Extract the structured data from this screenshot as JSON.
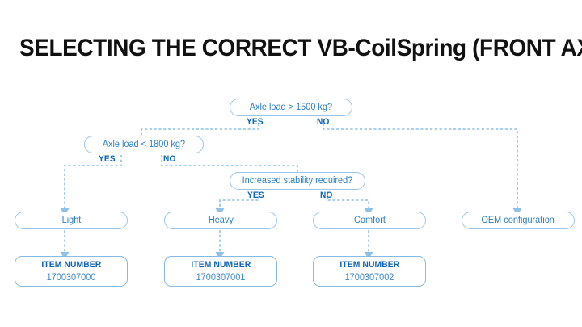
{
  "page": {
    "title": "SELECTING THE CORRECT VB-CoilSpring (FRONT AXLE)",
    "accent_color": "#0d64b8",
    "line_color": "#8fc0e8",
    "box_border_color": "#9cc6e8",
    "text_color": "#2e7fc4",
    "background": "#ffffff"
  },
  "flowchart": {
    "type": "decision-tree",
    "decisions": [
      {
        "id": "d1",
        "question": "Axle load > 1500 kg?",
        "yes_label": "YES",
        "no_label": "NO",
        "yes_target": "d2",
        "no_target": "o4"
      },
      {
        "id": "d2",
        "question": "Axle load < 1800 kg?",
        "yes_label": "YES",
        "no_label": "NO",
        "yes_target": "o1",
        "no_target": "d3"
      },
      {
        "id": "d3",
        "question": "Increased stability required?",
        "yes_label": "YES",
        "no_label": "NO",
        "yes_target": "o2",
        "no_target": "o3"
      }
    ],
    "outcomes": [
      {
        "id": "o1",
        "label": "Light",
        "item_target": "i1"
      },
      {
        "id": "o2",
        "label": "Heavy",
        "item_target": "i2"
      },
      {
        "id": "o3",
        "label": "Comfort",
        "item_target": "i3"
      },
      {
        "id": "o4",
        "label": "OEM configuration",
        "item_target": null
      }
    ],
    "items": [
      {
        "id": "i1",
        "title": "ITEM NUMBER",
        "number": "1700307000"
      },
      {
        "id": "i2",
        "title": "ITEM NUMBER",
        "number": "1700307001"
      },
      {
        "id": "i3",
        "title": "ITEM NUMBER",
        "number": "1700307002"
      }
    ]
  }
}
